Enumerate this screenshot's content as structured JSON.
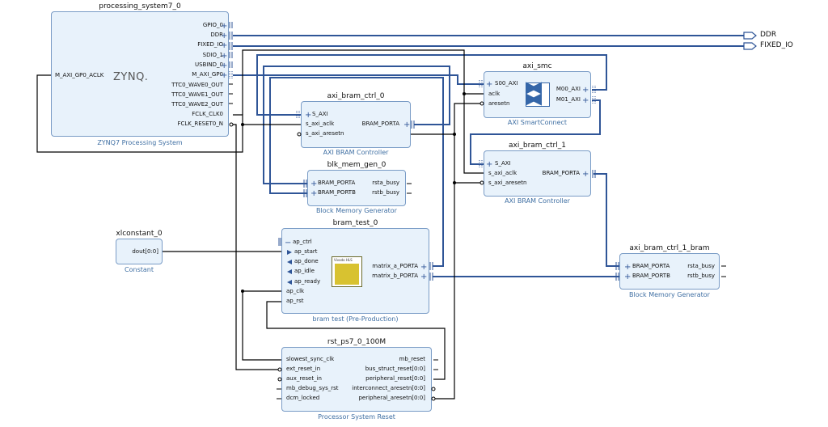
{
  "blocks": {
    "ps7": {
      "name": "processing_system7_0",
      "subtitle": "ZYNQ7 Processing System",
      "logo": "ZYNQ.",
      "left_ports": [
        "M_AXI_GP0_ACLK"
      ],
      "right_ports": [
        "GPIO_0",
        "DDR",
        "FIXED_IO",
        "SDIO_1",
        "USBIND_0",
        "M_AXI_GP0",
        "TTC0_WAVE0_OUT",
        "TTC0_WAVE1_OUT",
        "TTC0_WAVE2_OUT",
        "FCLK_CLK0",
        "FCLK_RESET0_N"
      ]
    },
    "bram_ctrl_0": {
      "name": "axi_bram_ctrl_0",
      "subtitle": "AXI BRAM Controller",
      "left_ports": [
        "S_AXI",
        "s_axi_aclk",
        "s_axi_aresetn"
      ],
      "right_ports": [
        "BRAM_PORTA"
      ]
    },
    "blk_mem_0": {
      "name": "blk_mem_gen_0",
      "subtitle": "Block Memory Generator",
      "left_ports": [
        "BRAM_PORTA",
        "BRAM_PORTB"
      ],
      "right_ports": [
        "rsta_busy",
        "rstb_busy"
      ]
    },
    "smc": {
      "name": "axi_smc",
      "subtitle": "AXI SmartConnect",
      "left_ports": [
        "S00_AXI",
        "aclk",
        "aresetn"
      ],
      "right_ports": [
        "M00_AXI",
        "M01_AXI"
      ]
    },
    "bram_ctrl_1": {
      "name": "axi_bram_ctrl_1",
      "subtitle": "AXI BRAM Controller",
      "left_ports": [
        "S_AXI",
        "s_axi_aclk",
        "s_axi_aresetn"
      ],
      "right_ports": [
        "BRAM_PORTA"
      ]
    },
    "xlconst": {
      "name": "xlconstant_0",
      "subtitle": "Constant",
      "right_ports": [
        "dout[0:0]"
      ]
    },
    "bram_test": {
      "name": "bram_test_0",
      "subtitle": "bram test (Pre-Production)",
      "hls_label": "Vivado HLS",
      "left_ports": [
        "ap_ctrl",
        "ap_start",
        "ap_done",
        "ap_idle",
        "ap_ready",
        "ap_clk",
        "ap_rst"
      ],
      "right_ports": [
        "matrix_a_PORTA",
        "matrix_b_PORTA"
      ]
    },
    "bram_1": {
      "name": "axi_bram_ctrl_1_bram",
      "subtitle": "Block Memory Generator",
      "left_ports": [
        "BRAM_PORTA",
        "BRAM_PORTB"
      ],
      "right_ports": [
        "rsta_busy",
        "rstb_busy"
      ]
    },
    "rst": {
      "name": "rst_ps7_0_100M",
      "subtitle": "Processor System Reset",
      "left_ports": [
        "slowest_sync_clk",
        "ext_reset_in",
        "aux_reset_in",
        "mb_debug_sys_rst",
        "dcm_locked"
      ],
      "right_ports": [
        "mb_reset",
        "bus_struct_reset[0:0]",
        "peripheral_reset[0:0]",
        "interconnect_aresetn[0:0]",
        "peripheral_aresetn[0:0]"
      ]
    }
  },
  "external_ports": [
    "DDR",
    "FIXED_IO"
  ],
  "colors": {
    "block_fill": "#e8f2fb",
    "block_border": "#7a9cc6",
    "bus_wire": "#2f5597",
    "signal_wire": "#000000",
    "subtitle": "#3f6fa3"
  }
}
